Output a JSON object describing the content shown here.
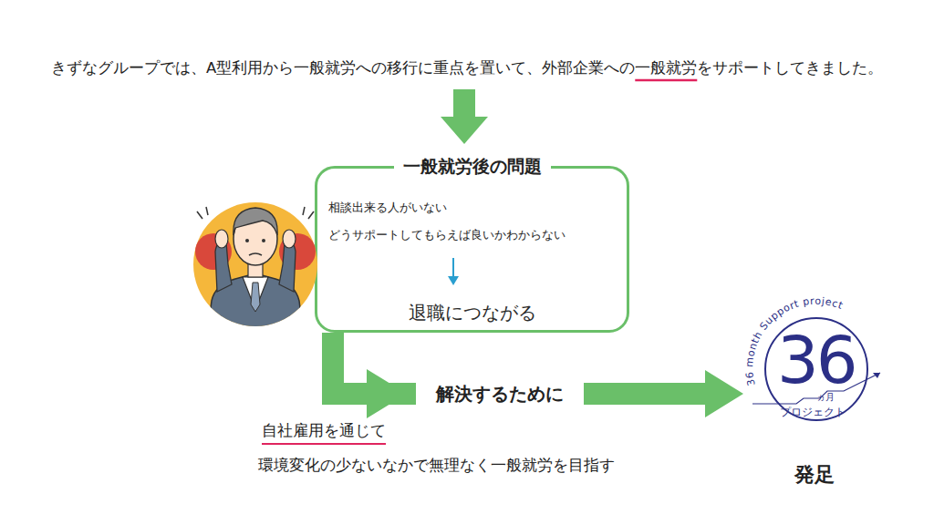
{
  "diagram": {
    "nodes": [
      {
        "text": [
          "一般就労後の問題",
          "相談出来る人がいない",
          "どうサポートしてもらえば良いかわからない",
          "退職につながる"
        ]
      },
      {
        "text": [
          "36 month Support project",
          "36",
          "ヵ月",
          "プロジェクト"
        ]
      }
    ],
    "edges": [
      {
        "from": 0,
        "to": 1,
        "arrow": "to",
        "label": "解決するために"
      }
    ],
    "labels": [
      "きずなグループでは、A型利用から一般就労への移行に重点を置いて、外部企業への一般就労をサポートしてきました。",
      "自社雇用を通じて",
      "環境変化の少ないなかで無理なく一般就労を目指す",
      "発足"
    ]
  }
}
